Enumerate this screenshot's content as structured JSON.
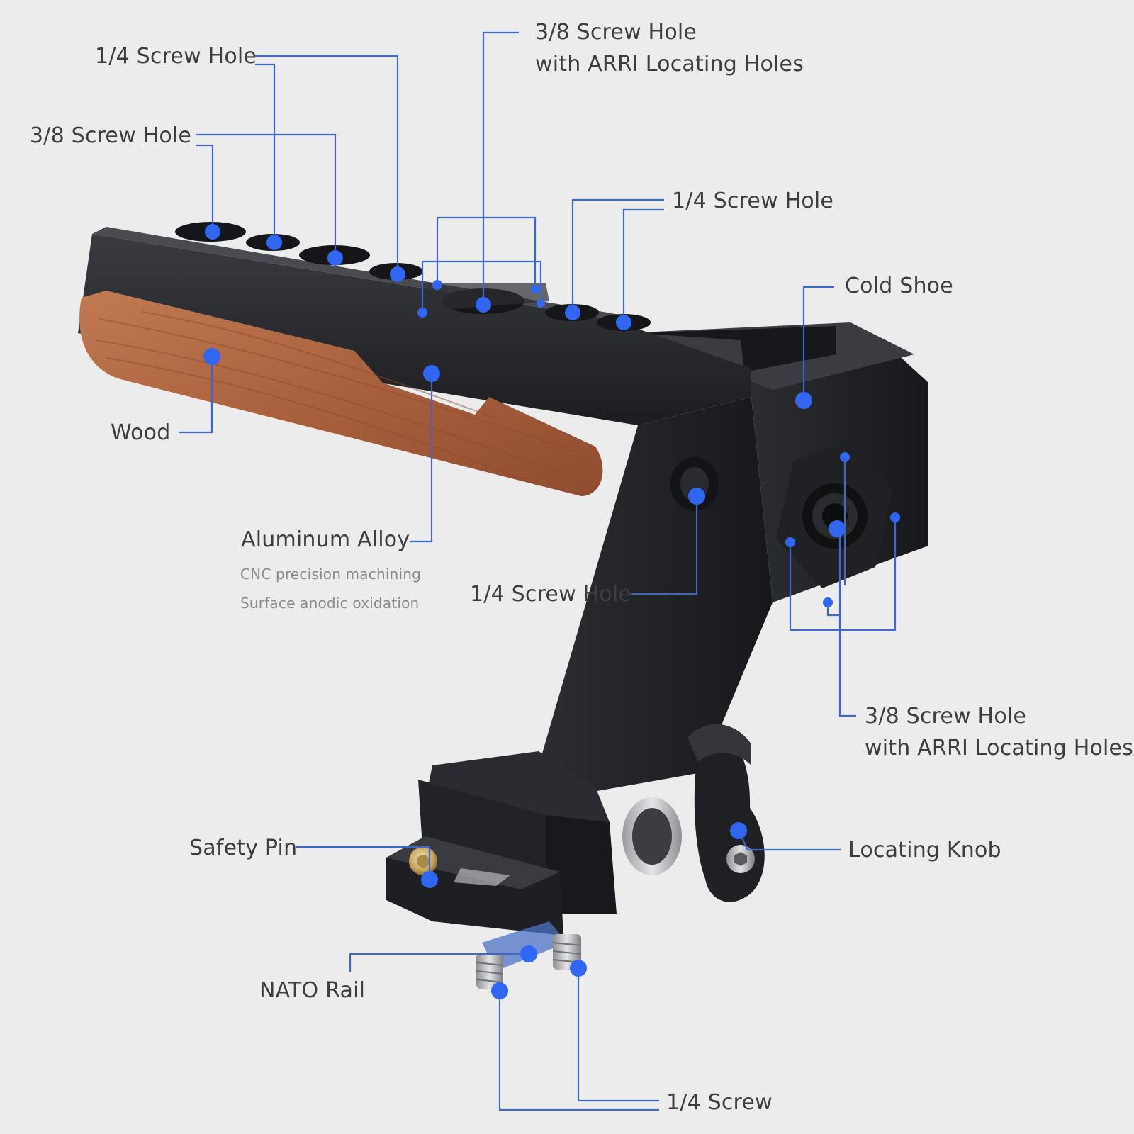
{
  "labels": {
    "screw_1_4_top_left": "1/4  Screw Hole",
    "screw_3_8_top_left": "3/8  Screw Hole",
    "screw_3_8_arri_top": {
      "line1": "3/8 Screw Hole",
      "line2": "with ARRI Locating Holes"
    },
    "screw_1_4_top_right": "1/4  Screw Hole",
    "cold_shoe": "Cold Shoe",
    "wood": "Wood",
    "aluminum_alloy": {
      "title": "Aluminum Alloy",
      "detail1": "CNC precision machining",
      "detail2": "Surface anodic oxidation"
    },
    "screw_1_4_side": "1/4  Screw Hole",
    "screw_3_8_arri_side": {
      "line1": "3/8 Screw Hole",
      "line2": "with ARRI Locating Holes"
    },
    "safety_pin": "Safety Pin",
    "locating_knob": "Locating Knob",
    "nato_rail": "NATO Rail",
    "screw_1_4_bottom": "1/4 Screw"
  },
  "colors": {
    "background": "#ececed",
    "leader_line": "#3f67c9",
    "marker_dot": "#2f66f2",
    "aluminum_body": "#26272b",
    "wood": "#b06a45",
    "label_text": "#3d3d40",
    "sub_text": "#8a8a8e"
  }
}
